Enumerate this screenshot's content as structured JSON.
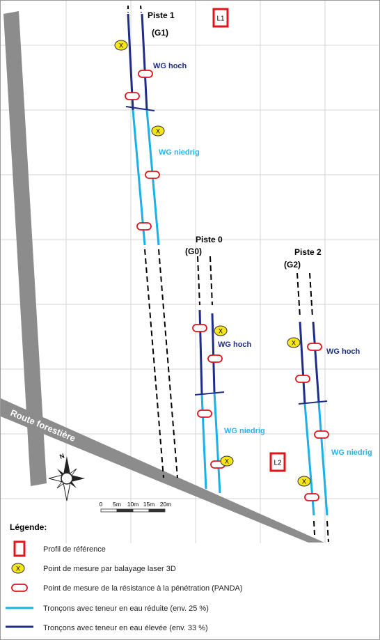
{
  "map": {
    "tracks": [
      {
        "id": "piste1",
        "title": "Piste 1",
        "code": "(G1)",
        "wg_high": "WG hoch",
        "wg_low": "WG niedrig"
      },
      {
        "id": "piste0",
        "title": "Piste 0",
        "code": "(G0)",
        "wg_high": "WG hoch",
        "wg_low": "WG niedrig"
      },
      {
        "id": "piste2",
        "title": "Piste 2",
        "code": "(G2)",
        "wg_high": "WG hoch",
        "wg_low": "WG niedrig"
      }
    ],
    "reference_profiles": [
      "L1",
      "L2"
    ],
    "road_label": "Route forestière",
    "laser_marker": "X",
    "north_label": "N",
    "scale": {
      "ticks": [
        "0",
        "5m",
        "10m",
        "15m",
        "20m"
      ]
    }
  },
  "legend": {
    "title": "Légende:",
    "items": [
      {
        "symbol": "reference-profile",
        "label": "Profil de référence"
      },
      {
        "symbol": "laser-point",
        "label": "Point de mesure par balayage laser 3D"
      },
      {
        "symbol": "panda-point",
        "label": "Point de mesure de la résistance à la pénétration (PANDA)"
      },
      {
        "symbol": "low-water",
        "label": "Tronçons avec teneur en eau réduite (env. 25 %)"
      },
      {
        "symbol": "high-water",
        "label": "Tronçons avec teneur en eau élevée (env. 33 %)"
      }
    ]
  },
  "colors": {
    "high_water": "#1f2d86",
    "low_water": "#1ab0e8",
    "reference_red": "#e0141b",
    "laser_fill": "#f6e51a",
    "panda_red": "#e0141b",
    "road_gray": "#8c8c8c",
    "grid_gray": "#d6d6d6",
    "label_high": "#1f2d86",
    "label_low": "#29b4e8"
  }
}
